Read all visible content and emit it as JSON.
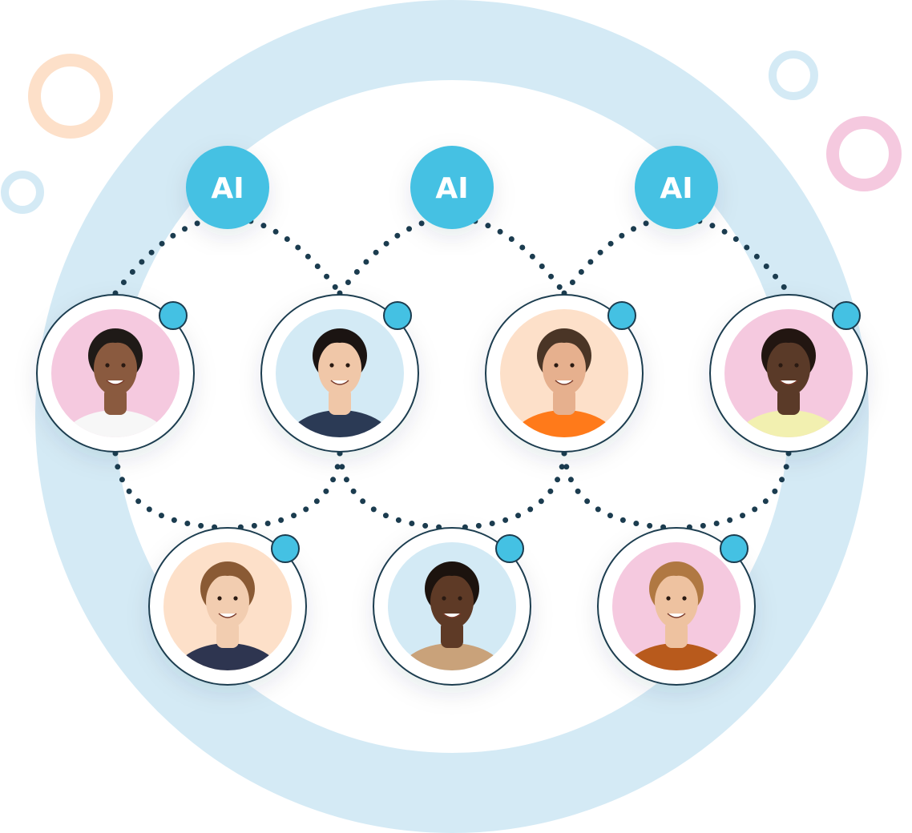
{
  "ai_nodes": [
    {
      "label": "AI"
    },
    {
      "label": "AI"
    },
    {
      "label": "AI"
    }
  ],
  "people": [
    {
      "id": "person-1",
      "bg": "#f5c9df",
      "skin": "#8a5a3f",
      "hair": "#1f1a17",
      "shirt": "#f7f7f7"
    },
    {
      "id": "person-2",
      "bg": "#d3eaf5",
      "skin": "#f0c7a8",
      "hair": "#1b1412",
      "shirt": "#2b3a55"
    },
    {
      "id": "person-3",
      "bg": "#fde0c9",
      "skin": "#e6b08e",
      "hair": "#4a3526",
      "shirt": "#ff7a1a"
    },
    {
      "id": "person-4",
      "bg": "#f5c9df",
      "skin": "#5a3a28",
      "hair": "#221611",
      "shirt": "#f2f0b0"
    },
    {
      "id": "person-5",
      "bg": "#fde0c9",
      "skin": "#f2cdb0",
      "hair": "#8a5a34",
      "shirt": "#2e3550"
    },
    {
      "id": "person-6",
      "bg": "#d3eaf5",
      "skin": "#5e3a26",
      "hair": "#1c130e",
      "shirt": "#c9a27a"
    },
    {
      "id": "person-7",
      "bg": "#f5c9df",
      "skin": "#eec2a0",
      "hair": "#b07842",
      "shirt": "#b85a1c"
    }
  ],
  "colors": {
    "accent": "#44c1e3",
    "outline": "#1b3c4f",
    "big_ring": "#d4eaf5",
    "deco_peach": "#fde0c9",
    "deco_pink": "#f5c9df",
    "deco_blue": "#d4eaf5"
  }
}
